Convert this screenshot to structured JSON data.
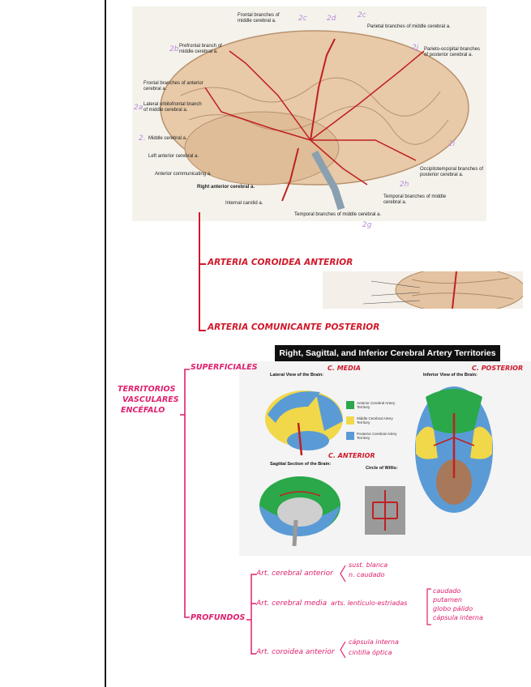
{
  "figure1": {
    "labels": {
      "frontal_middle": "Frontal branches of middle cerebral a.",
      "parietal": "Parietal branches of middle cerebral a.",
      "prefrontal": "Prefrontal branch of middle cerebral a.",
      "parieto_occipital": "Parieto-occipital branches of posterior cerebral a.",
      "frontal_anterior": "Frontal branches of anterior cerebral a.",
      "lateral_orbitofrontal": "Lateral orbitofrontal branch of middle cerebral a.",
      "middle_cerebral": "Middle cerebral a.",
      "left_anterior": "Left anterior cerebral a.",
      "anterior_communicating": "Anterior communicating a.",
      "right_anterior": "Right anterior cerebral a.",
      "internal_carotid": "Internal carotid a.",
      "occipitotemporal": "Occipitotemporal branches of posterior cerebral a.",
      "temporal_branches": "Temporal branches of middle cerebral a.",
      "temporal_branches_bottom": "Temporal branches of middle cerebral a."
    },
    "annotations": [
      "2c",
      "2d",
      "2c",
      "2b",
      "2j",
      "2a",
      "2.",
      "2i",
      "2h",
      "2g"
    ]
  },
  "notes": {
    "arteria_coroidea": "ARTERIA COROIDEA ANTERIOR",
    "arteria_comunicante": "ARTERIA COMUNICANTE POSTERIOR",
    "territorios": [
      "TERRITORIOS",
      "VASCULARES",
      "ENCÉFALO"
    ],
    "superficiales": "SUPERFICIALES",
    "profundos": "PROFUNDOS",
    "c_media": "C. MEDIA",
    "c_posterior": "C. POSTERIOR",
    "c_anterior": "C. ANTERIOR"
  },
  "territories": {
    "title": "Right, Sagittal, and Inferior Cerebral Artery Territories",
    "lateral_view": "Lateral View of the Brain:",
    "inferior_view": "Inferior View of the Brain:",
    "sagittal_section": "Sagittal Section of the Brain:",
    "circle_willis": "Circle of Willis:",
    "legend": [
      "Anterior Cerebral Artery Territory",
      "Middle Cerebral Artery Territory",
      "Posterior Cerebral Artery Territory"
    ],
    "legend_colors": [
      "#2aa84a",
      "#f0d84a",
      "#5a9bd6"
    ]
  },
  "profundos": {
    "item1": "Art. cerebral anterior",
    "item1_sub": [
      "sust. blanca",
      "n. caudado"
    ],
    "item2": "Art. cerebral media",
    "item2_mid": "arts. lentículo-estriadas",
    "item2_sub": [
      "caudado",
      "putamen",
      "globo pálido",
      "cápsula interna"
    ],
    "item3": "Art. coroidea anterior",
    "item3_sub": [
      "cápsula interna",
      "cintilla óptica"
    ]
  }
}
